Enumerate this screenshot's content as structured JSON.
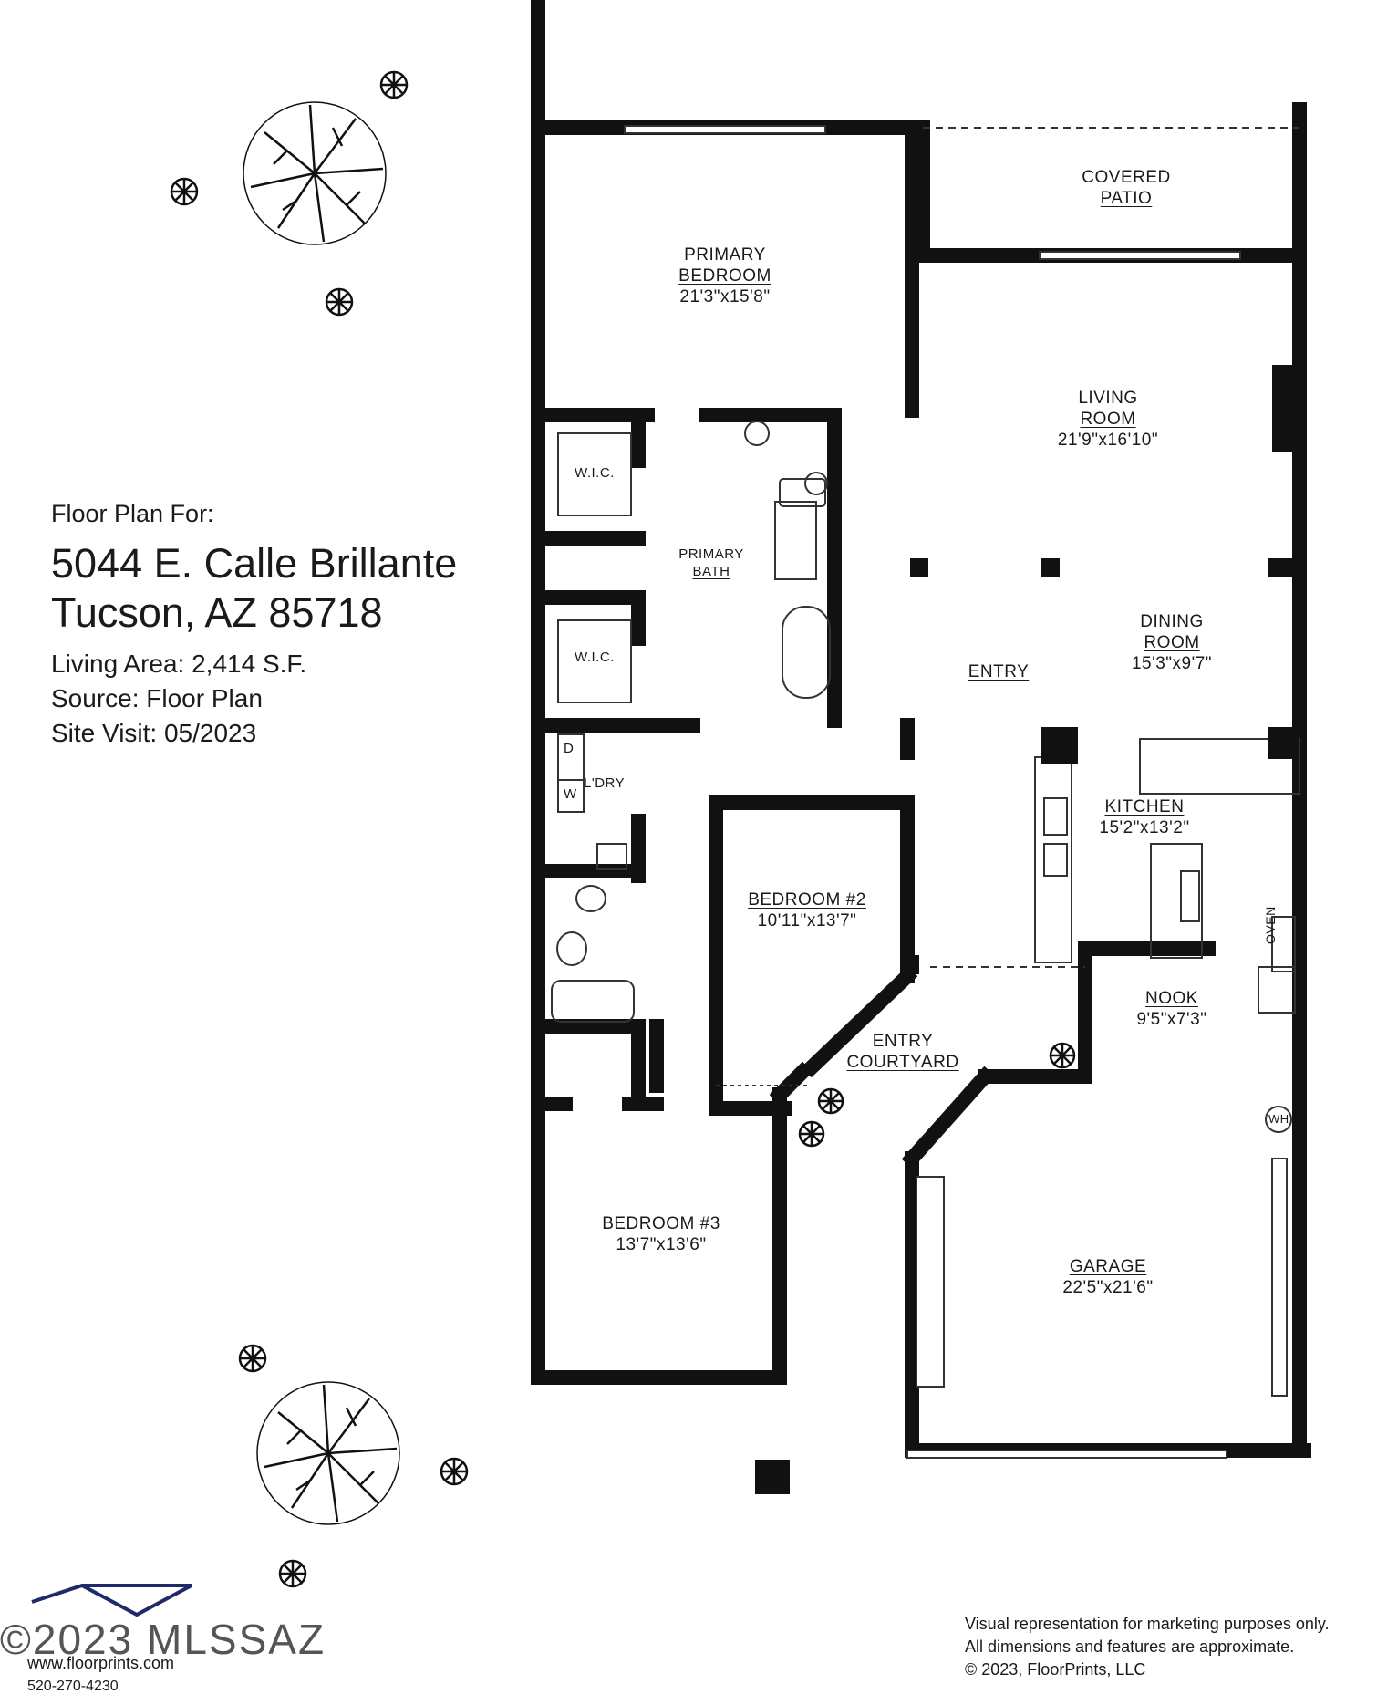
{
  "header": {
    "label": "Floor Plan For:",
    "address_line1": "5044 E. Calle Brillante",
    "address_line2": "Tucson, AZ  85718",
    "living_area": "Living Area:  2,414 S.F.",
    "source": "Source:  Floor Plan",
    "site_visit": "Site Visit:  05/2023"
  },
  "rooms": {
    "covered_patio": {
      "name1": "COVERED",
      "name2": "PATIO"
    },
    "primary_bedroom": {
      "name1": "PRIMARY",
      "name2": "BEDROOM",
      "dim": "21'3\"x15'8\""
    },
    "living_room": {
      "name1": "LIVING",
      "name2": "ROOM",
      "dim": "21'9\"x16'10\""
    },
    "dining_room": {
      "name1": "DINING",
      "name2": "ROOM",
      "dim": "15'3\"x9'7\""
    },
    "entry": {
      "name": "ENTRY"
    },
    "kitchen": {
      "name": "KITCHEN",
      "dim": "15'2\"x13'2\""
    },
    "nook": {
      "name": "NOOK",
      "dim": "9'5\"x7'3\""
    },
    "bedroom2": {
      "name": "BEDROOM #2",
      "dim": "10'11\"x13'7\""
    },
    "bedroom3": {
      "name": "BEDROOM #3",
      "dim": "13'7\"x13'6\""
    },
    "entry_courtyard": {
      "name1": "ENTRY",
      "name2": "COURTYARD"
    },
    "garage": {
      "name": "GARAGE",
      "dim": "22'5\"x21'6\""
    },
    "primary_bath": {
      "name1": "PRIMARY",
      "name2": "BATH"
    },
    "wic_1": {
      "name": "W.I.C."
    },
    "wic_2": {
      "name": "W.I.C."
    },
    "laundry": {
      "name": "L'DRY"
    },
    "dryer": "D",
    "washer": "W",
    "oven": "OVEN",
    "water_heater": "WH"
  },
  "footer": {
    "watermark": "©2023 MLSSAZ",
    "website": "www.floorprints.com",
    "phone": "520-270-4230",
    "disclaimer1": "Visual representation for marketing purposes only.",
    "disclaimer2": "All dimensions and features are approximate.",
    "disclaimer3": "© 2023, FloorPrints, LLC"
  },
  "colors": {
    "wall": "#111111",
    "line": "#333333",
    "bg": "#ffffff"
  }
}
